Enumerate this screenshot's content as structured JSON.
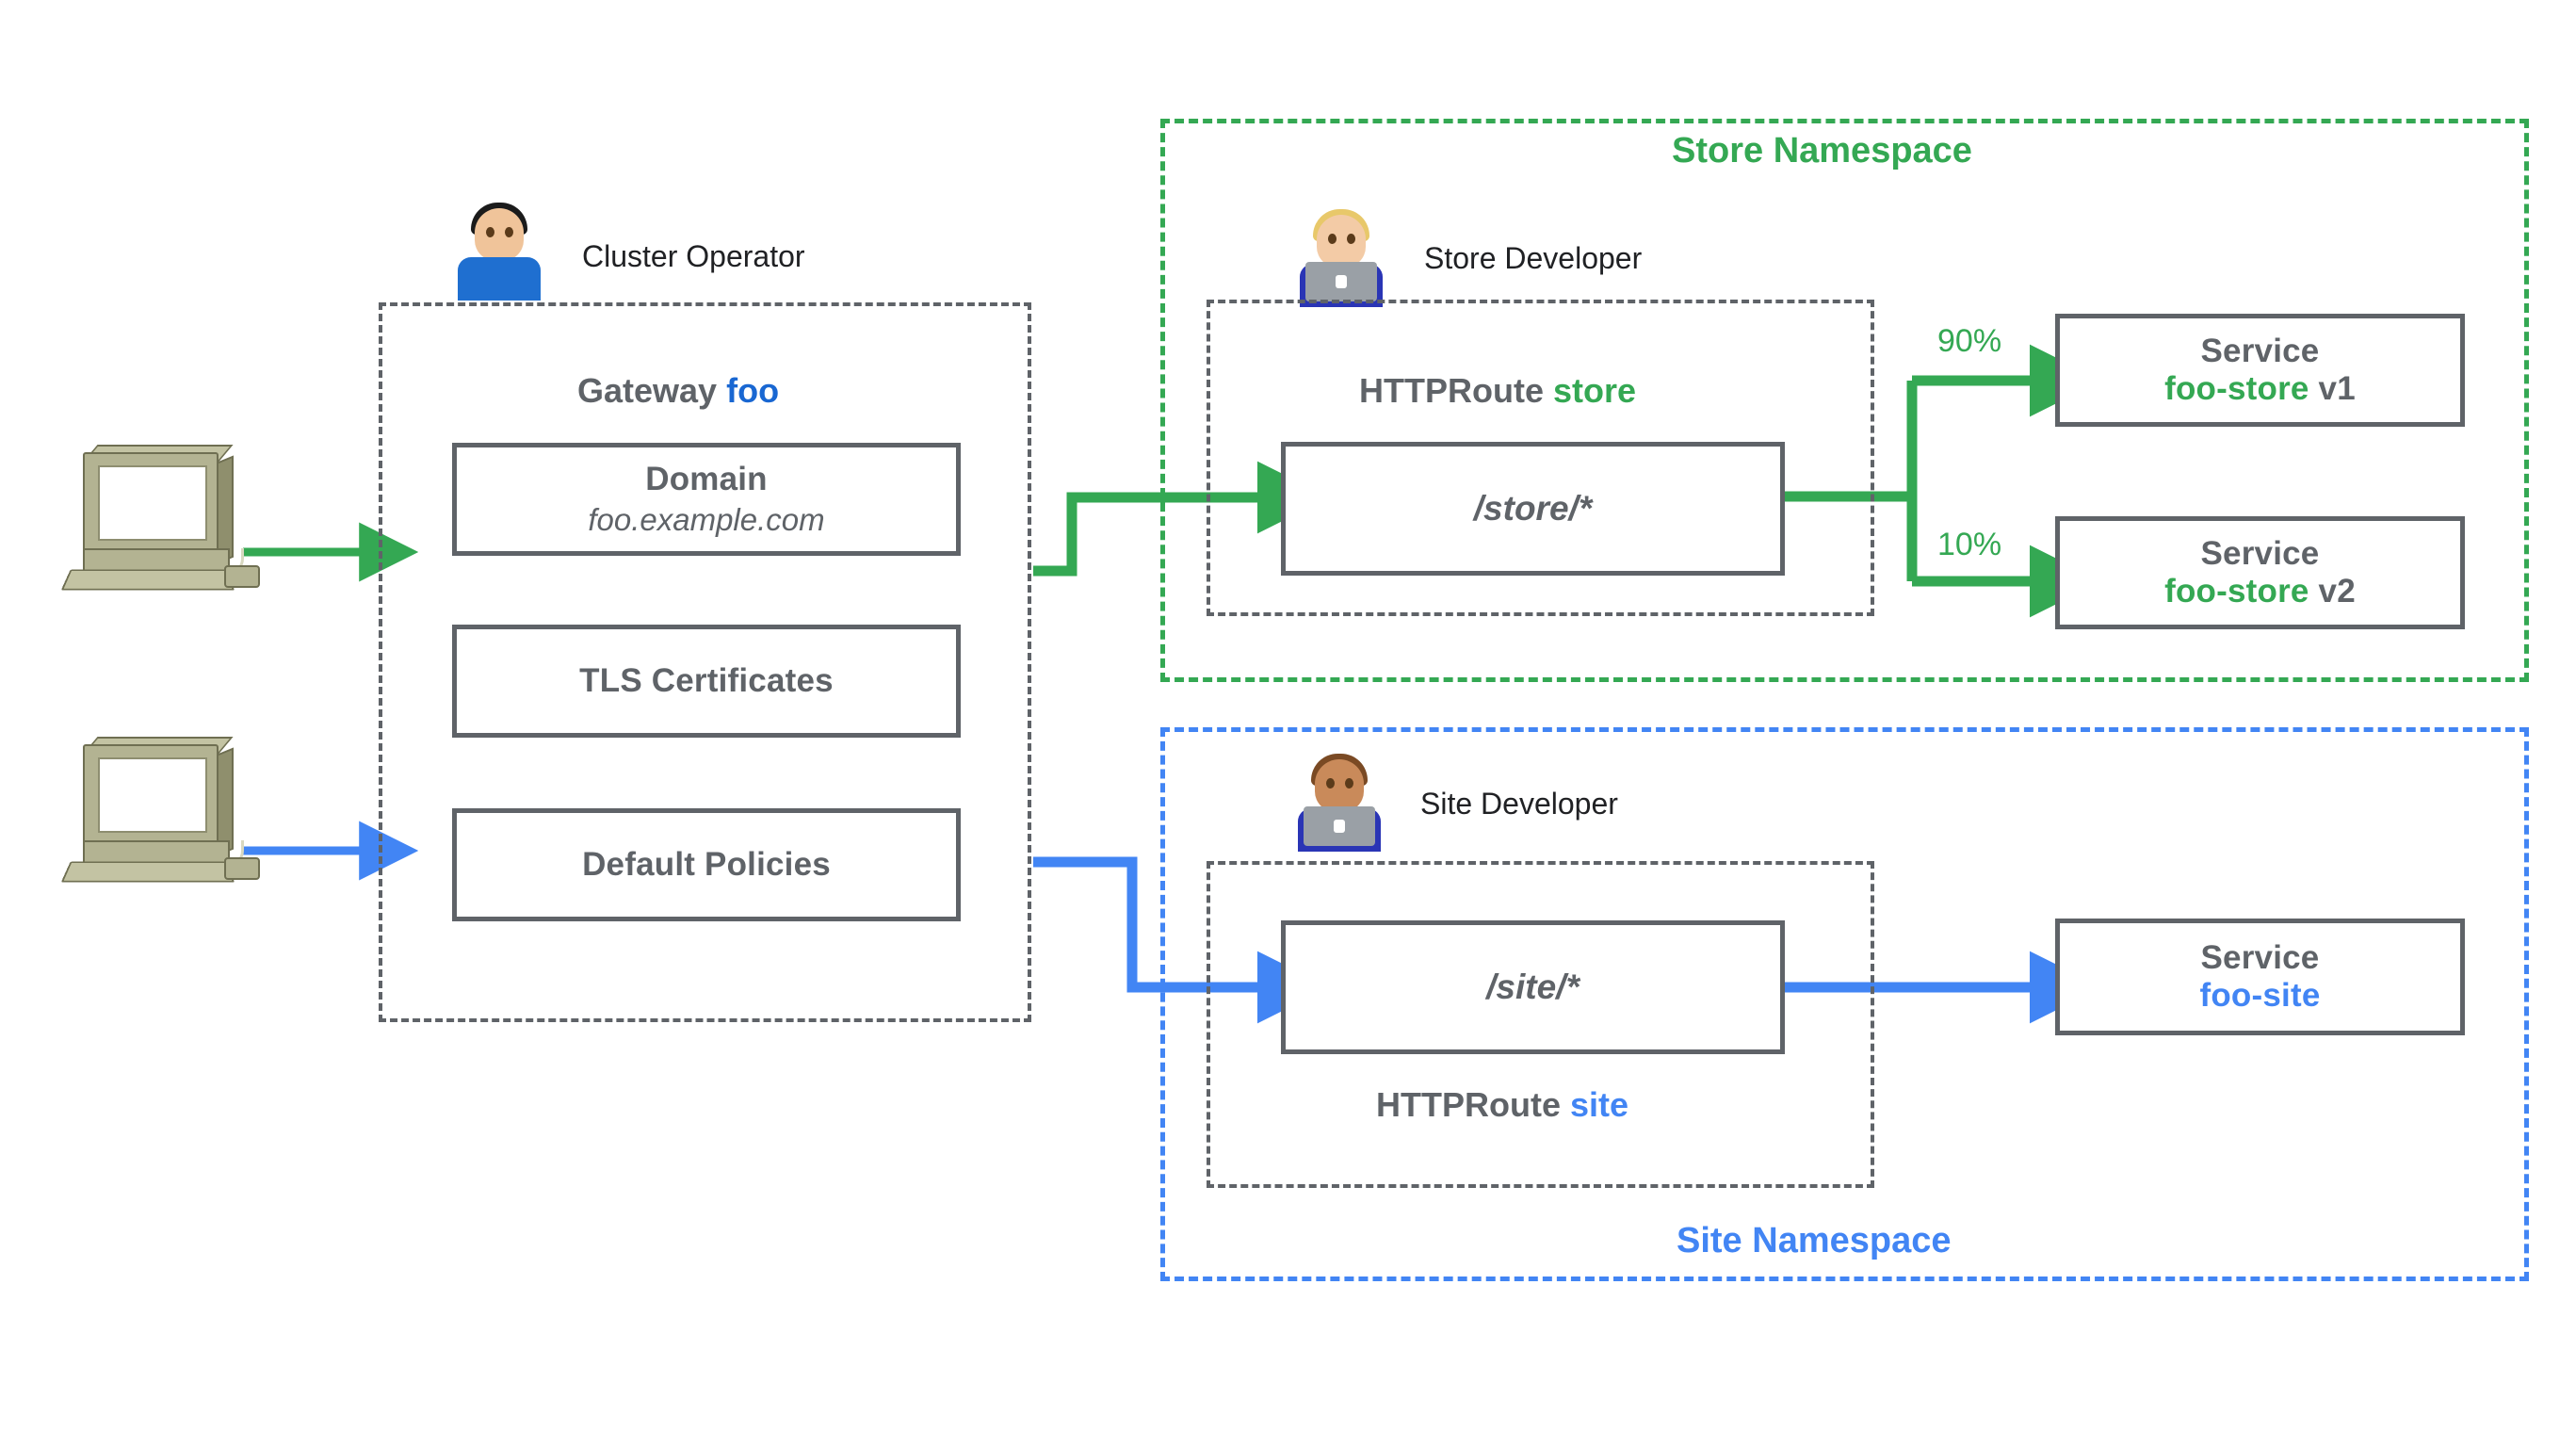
{
  "diagram": {
    "title": "Kubernetes Gateway API role-oriented diagram",
    "colors": {
      "green": "#34a853",
      "blue": "#4285f4",
      "blue_dark": "#1967d2",
      "gray": "#5f6368"
    }
  },
  "clients": [
    {
      "icon": "desktop-computer-icon",
      "arrow_color": "#34a853"
    },
    {
      "icon": "desktop-computer-icon",
      "arrow_color": "#4285f4"
    }
  ],
  "gateway": {
    "persona": {
      "label": "Cluster Operator",
      "avatar": "man-mechanic-emoji"
    },
    "heading_prefix": "Gateway ",
    "heading_accent": "foo",
    "items": [
      {
        "title": "Domain",
        "subtitle": "foo.example.com"
      },
      {
        "title": "TLS Certificates",
        "subtitle": ""
      },
      {
        "title": "Default Policies",
        "subtitle": ""
      }
    ]
  },
  "namespaces": [
    {
      "id": "store",
      "label": "Store Namespace",
      "color": "#34a853",
      "persona": {
        "label": "Store Developer",
        "avatar": "woman-technologist-emoji"
      },
      "route": {
        "heading_prefix": "HTTPRoute ",
        "heading_accent": "store",
        "heading_position": "above",
        "path": "/store/*"
      },
      "backends": [
        {
          "weight": "90%",
          "title": "Service",
          "name": "foo-store",
          "version": "v1"
        },
        {
          "weight": "10%",
          "title": "Service",
          "name": "foo-store",
          "version": "v2"
        }
      ]
    },
    {
      "id": "site",
      "label": "Site Namespace",
      "color": "#4285f4",
      "persona": {
        "label": "Site Developer",
        "avatar": "man-technologist-emoji"
      },
      "route": {
        "heading_prefix": "HTTPRoute ",
        "heading_accent": "site",
        "heading_position": "below",
        "path": "/site/*"
      },
      "backends": [
        {
          "weight": "",
          "title": "Service",
          "name": "foo-site",
          "version": ""
        }
      ]
    }
  ]
}
